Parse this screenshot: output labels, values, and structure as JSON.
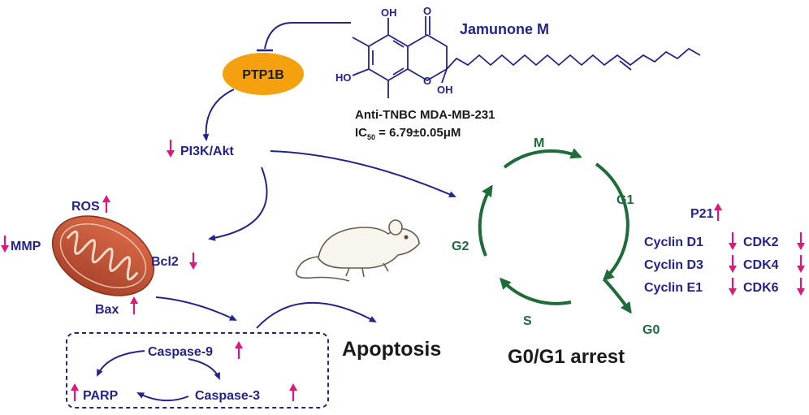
{
  "compound": {
    "name": "Jamunone M",
    "activity": "Anti-TNBC MDA-MB-231",
    "ic50_prefix": "IC",
    "ic50_sub": "50",
    "ic50_value": " = 6.79±0.05μM",
    "atoms": {
      "oh_top": "OH",
      "oh_left": "HO",
      "oh_bottom": "OH",
      "o_ketone": "O",
      "o_ring": "O"
    }
  },
  "pathway": {
    "ptp1b": "PTP1B",
    "pi3k": "PI3K/Akt",
    "ros": "ROS",
    "mmp": "MMP",
    "bcl2": "Bcl2",
    "bax": "Bax",
    "caspase9": "Caspase-9",
    "caspase3": "Caspase-3",
    "parp": "PARP",
    "apoptosis": "Apoptosis"
  },
  "cell_cycle": {
    "m": "M",
    "g1": "G1",
    "g2": "G2",
    "s": "S",
    "g0": "G0",
    "arrest": "G0/G1 arrest"
  },
  "markers": {
    "p21": "P21",
    "cyclin_d1": "Cyclin D1",
    "cyclin_d3": "Cyclin D3",
    "cyclin_e1": "Cyclin E1",
    "cdk2": "CDK2",
    "cdk4": "CDK4",
    "cdk6": "CDK6"
  },
  "colors": {
    "pathway_text": "#23238e",
    "cycle": "#1f6b3a",
    "regulation_arrow": "#e0177a",
    "ptp1b_fill": "#f5a00f",
    "mito_fill": "#c8583a"
  },
  "icons": [
    "ptp1b-ellipse",
    "mitochondrion-icon",
    "mouse-icon",
    "up-arrow-icon",
    "down-arrow-icon",
    "inhibition-icon"
  ]
}
